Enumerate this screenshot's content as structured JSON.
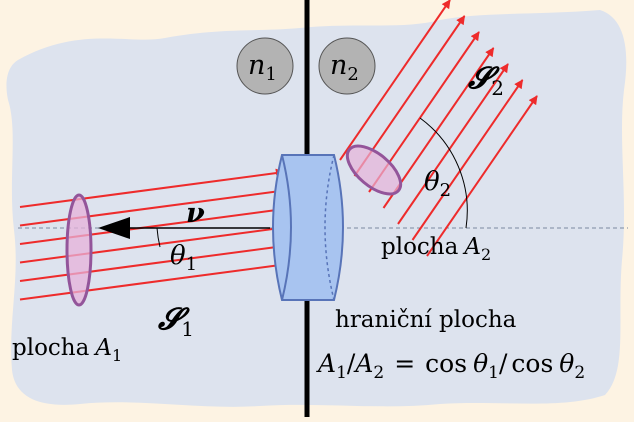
{
  "colors": {
    "page_background": "#fdf3e3",
    "medium_region": "#dde3ee",
    "ray": "#ee2b2b",
    "boundary_line": "#000000",
    "cylinder_fill": "#a8c4f0",
    "cylinder_stroke": "#5874b8",
    "area_fill": "#e6b2d9",
    "area_stroke": "#93559a",
    "circle_fill": "#b3b3b3",
    "dashed_line": "#7a8aa0"
  },
  "media": {
    "n1": {
      "symbol": "n",
      "subscript": "1"
    },
    "n2": {
      "symbol": "n",
      "subscript": "2"
    }
  },
  "incident_beam": {
    "symbol": "𝓢",
    "subscript": "1",
    "area_symbol": "A",
    "area_subscript": "1",
    "area_word": "plocha",
    "angle_symbol": "θ",
    "angle_subscript": "1",
    "ray_count": 6
  },
  "refracted_beam": {
    "symbol": "𝓢",
    "subscript": "2",
    "area_symbol": "A",
    "area_subscript": "2",
    "area_word": "plocha",
    "angle_symbol": "θ",
    "angle_subscript": "2",
    "ray_count": 7
  },
  "normal_vector": {
    "symbol": "ν",
    "direction_icon": "arrow-left-icon"
  },
  "boundary": {
    "label": "hraniční plocha"
  },
  "formula": {
    "a1": "A",
    "a1_sub": "1",
    "slash1": "/",
    "a2": "A",
    "a2_sub": "2",
    "equals": "=",
    "cos1": "cos",
    "theta1": "θ",
    "theta1_sub": "1",
    "slash2": "/",
    "cos2": "cos",
    "theta2": "θ",
    "theta2_sub": "2"
  }
}
